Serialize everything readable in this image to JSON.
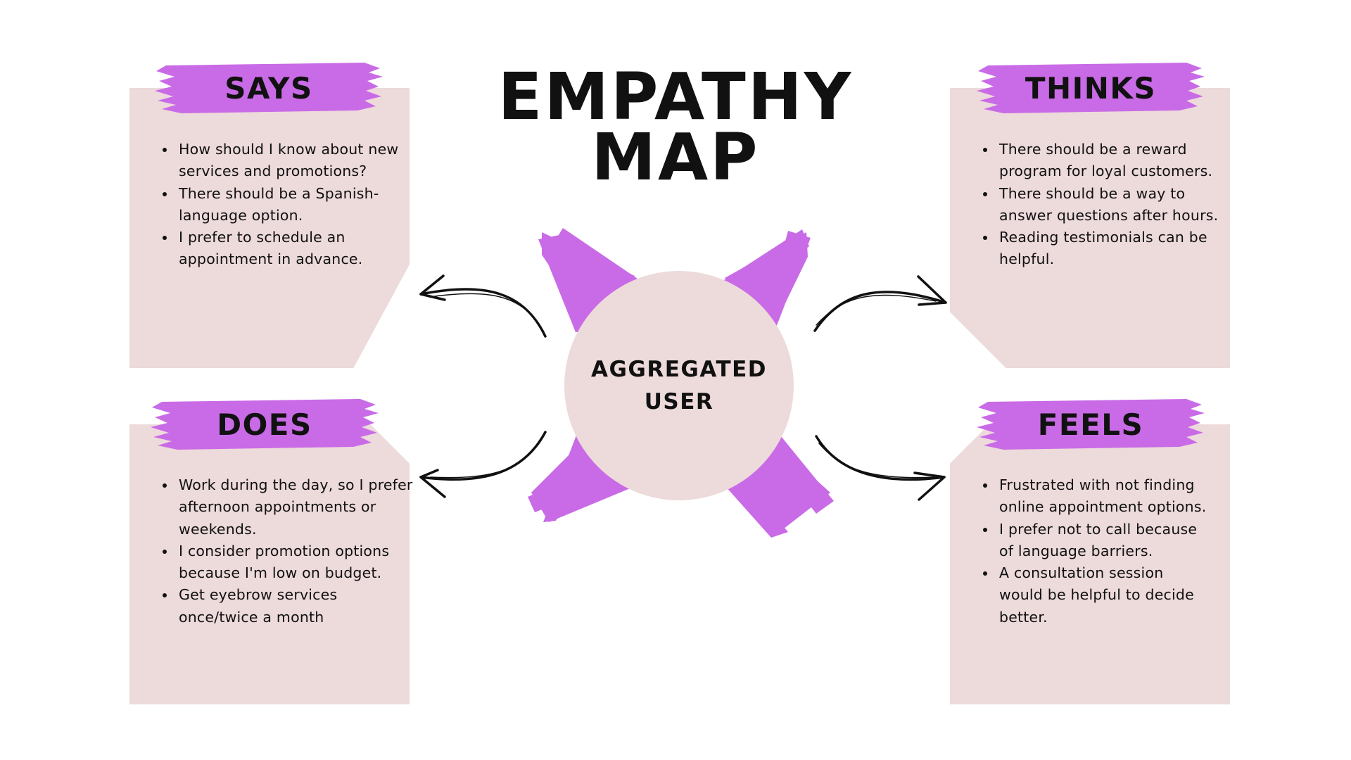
{
  "title": {
    "line1": "EMPATHY",
    "line2": "MAP"
  },
  "center": {
    "line1": "AGGREGATED",
    "line2": "USER"
  },
  "colors": {
    "card": "#eddadb",
    "accent": "#c96be6",
    "text": "#111111",
    "arrow": "#111111"
  },
  "quadrants": {
    "says": {
      "heading": "SAYS",
      "items": [
        "How should I know about new services and promotions?",
        "There should be a Spanish-language option.",
        "I prefer to schedule an appointment in advance."
      ]
    },
    "thinks": {
      "heading": "THINKS",
      "items": [
        "There should be a reward program for loyal customers.",
        "There should be a way to answer questions after hours.",
        "Reading testimonials can be helpful."
      ]
    },
    "does": {
      "heading": "DOES",
      "items": [
        "Work during the day, so I prefer afternoon appointments or weekends.",
        "I consider promotion options because I'm low on budget.",
        "Get eyebrow services once/twice a month"
      ]
    },
    "feels": {
      "heading": "FEELS",
      "items": [
        "Frustrated with not finding online appointment options.",
        "I prefer not to call because of language barriers.",
        "A consultation session would be helpful to decide better."
      ]
    }
  }
}
